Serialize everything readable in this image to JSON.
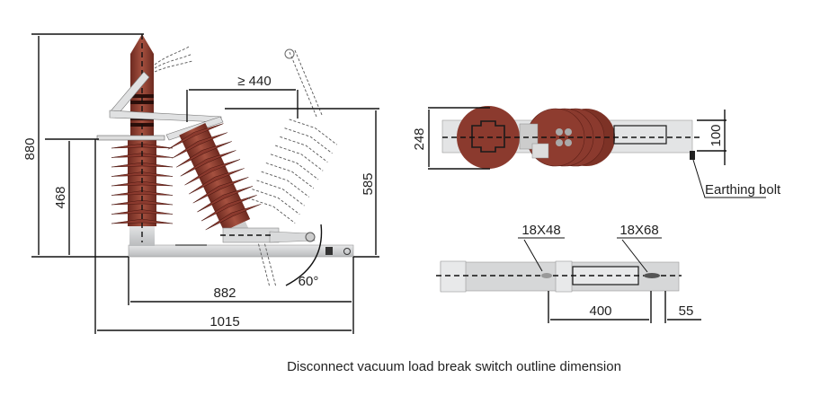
{
  "caption": "Disconnect vacuum load break switch outline dimension",
  "side_view": {
    "dimensions": {
      "overall_height": "880",
      "mount_height": "468",
      "contact_gap": "≥ 440",
      "tilted_height": "585",
      "base_length": "882",
      "overall_length": "1015",
      "opening_angle": "60°"
    }
  },
  "top_view": {
    "dimensions": {
      "width": "248",
      "base_width": "100"
    },
    "callout": "Earthing bolt"
  },
  "base_plate_view": {
    "hole_labels": {
      "slot_a": "18X48",
      "slot_b": "18X68"
    },
    "dimensions": {
      "hole_spacing": "400",
      "edge_distance": "55"
    }
  },
  "colors": {
    "insulator": "#8b3a2e",
    "insulator_dark": "#5e2018",
    "steel": "#d2d4d6",
    "line": "#111111"
  }
}
